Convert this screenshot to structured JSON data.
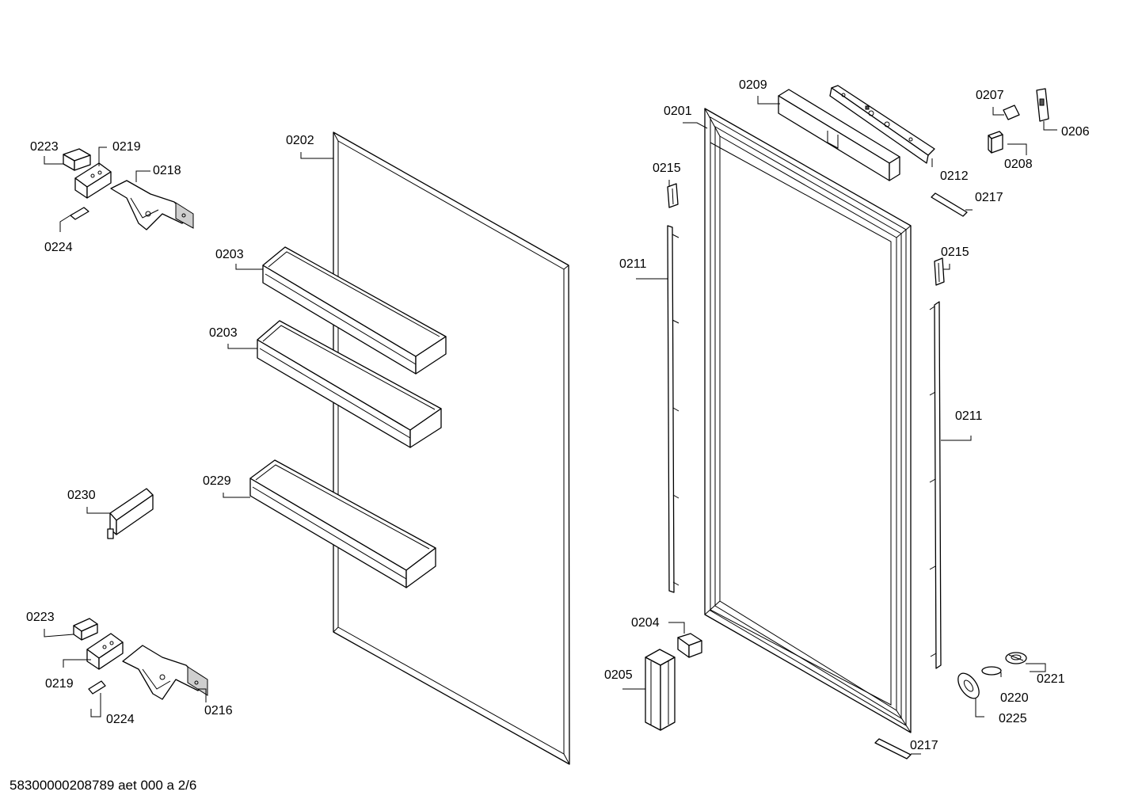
{
  "document_id": "58300000208789 aet 000 a 2/6",
  "labels": {
    "l0223_top": "0223",
    "l0219_top": "0219",
    "l0218": "0218",
    "l0224_top": "0224",
    "l0202": "0202",
    "l0203_a": "0203",
    "l0203_b": "0203",
    "l0229": "0229",
    "l0230": "0230",
    "l0223_bot": "0223",
    "l0219_bot": "0219",
    "l0224_bot": "0224",
    "l0216": "0216",
    "l0201": "0201",
    "l0209": "0209",
    "l0212": "0212",
    "l0207": "0207",
    "l0208": "0208",
    "l0206": "0206",
    "l0215_a": "0215",
    "l0215_b": "0215",
    "l0217_top": "0217",
    "l0211_left": "0211",
    "l0211_right": "0211",
    "l0204": "0204",
    "l0205": "0205",
    "l0221": "0221",
    "l0220": "0220",
    "l0225": "0225",
    "l0217_bot": "0217"
  }
}
